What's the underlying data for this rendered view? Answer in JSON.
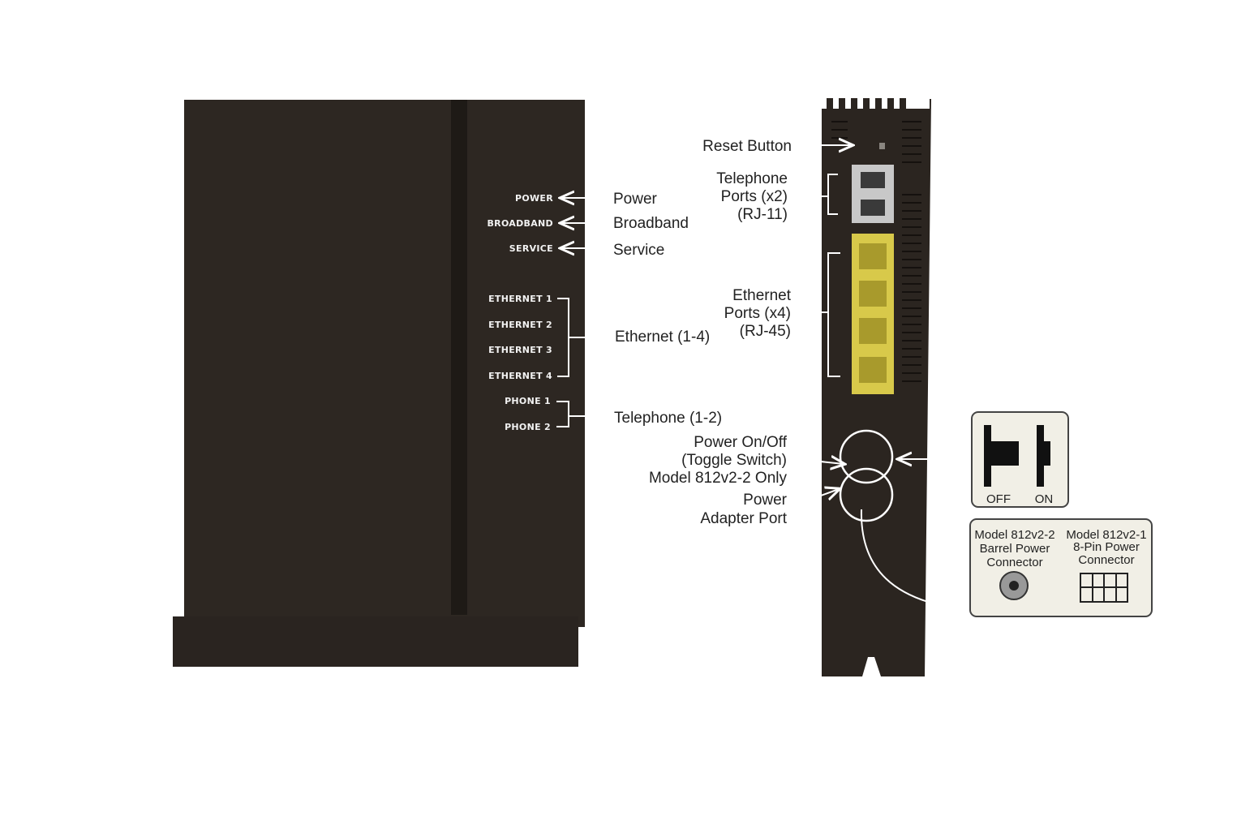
{
  "front_panel": {
    "leds": [
      "POWER",
      "BROADBAND",
      "SERVICE",
      "ETHERNET 1",
      "ETHERNET 2",
      "ETHERNET 3",
      "ETHERNET 4",
      "PHONE 1",
      "PHONE 2"
    ],
    "callouts": {
      "power": "Power",
      "broadband": "Broadband",
      "service": "Service",
      "ethernet": "Ethernet (1-4)",
      "telephone": "Telephone (1-2)"
    }
  },
  "rear_panel": {
    "callouts": {
      "reset": "Reset Button",
      "telephone_ports": [
        "Telephone",
        "Ports (x2)",
        "(RJ-11)"
      ],
      "ethernet_ports": [
        "Ethernet",
        "Ports (x4)",
        "(RJ-45)"
      ],
      "power_switch": [
        "Power On/Off",
        "(Toggle Switch)",
        "Model 812v2-2 Only"
      ],
      "power_adapter": [
        "Power",
        "Adapter Port"
      ]
    }
  },
  "toggle_inset": {
    "off_label": "OFF",
    "on_label": "ON"
  },
  "connector_inset": {
    "barrel": [
      "Model 812v2-2",
      "Barrel Power",
      "Connector"
    ],
    "pin": [
      "Model 812v2-1",
      "8-Pin Power",
      "Connector"
    ]
  },
  "colors": {
    "device_body": "#2d2722",
    "ethernet_port": "#d8c94a",
    "phone_port": "#c8c8c8",
    "inset_bg": "#f1efe6"
  }
}
